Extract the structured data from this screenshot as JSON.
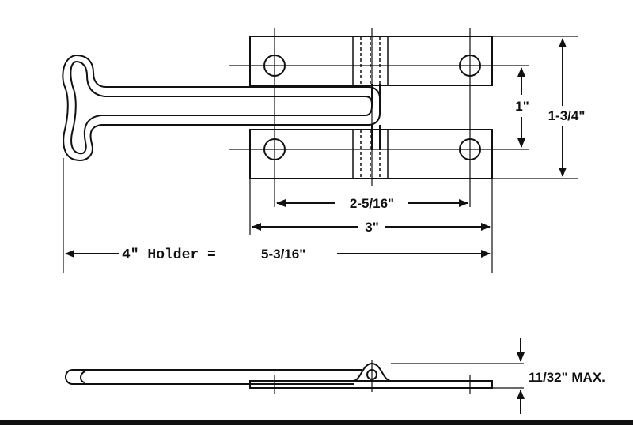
{
  "drawing": {
    "top_view": {
      "dim_width_holes": "2-5/16\"",
      "dim_width_plate": "3\"",
      "dim_hole_spacing": "1\"",
      "dim_height_plate": "1-3/4\"",
      "dim_overall_prefix": "4\" Holder =",
      "dim_overall_value": "5-3/16\""
    },
    "side_view": {
      "dim_thickness": "11/32\" MAX."
    },
    "colors": {
      "ink": "#111111",
      "paper": "#ffffff",
      "bottom_rule": "#111111"
    }
  }
}
